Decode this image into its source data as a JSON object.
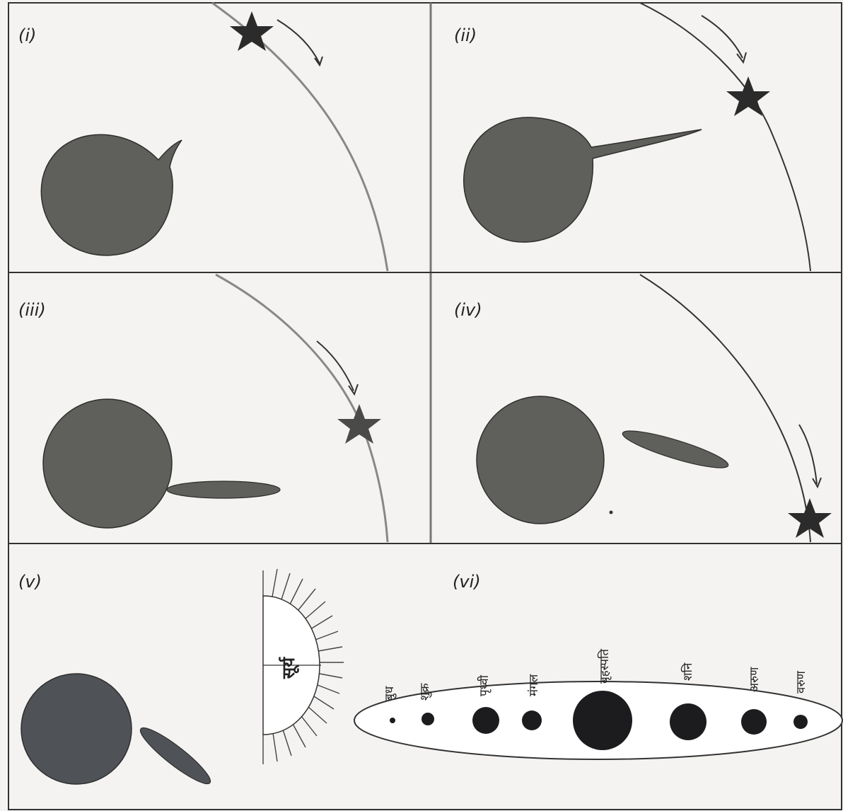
{
  "panels": [
    {
      "label": "(i)"
    },
    {
      "label": "(ii)"
    },
    {
      "label": "(iii)"
    },
    {
      "label": "(iv)"
    },
    {
      "label": "(v)"
    },
    {
      "label": "(vi)"
    }
  ],
  "sun_label": "सूर्य",
  "planets": [
    {
      "name": "बुध"
    },
    {
      "name": "शुक्र"
    },
    {
      "name": "पृथ्वी"
    },
    {
      "name": "मंगल"
    },
    {
      "name": "बृहस्पति"
    },
    {
      "name": "शनि"
    },
    {
      "name": "अरुण"
    },
    {
      "name": "वरुण"
    }
  ]
}
